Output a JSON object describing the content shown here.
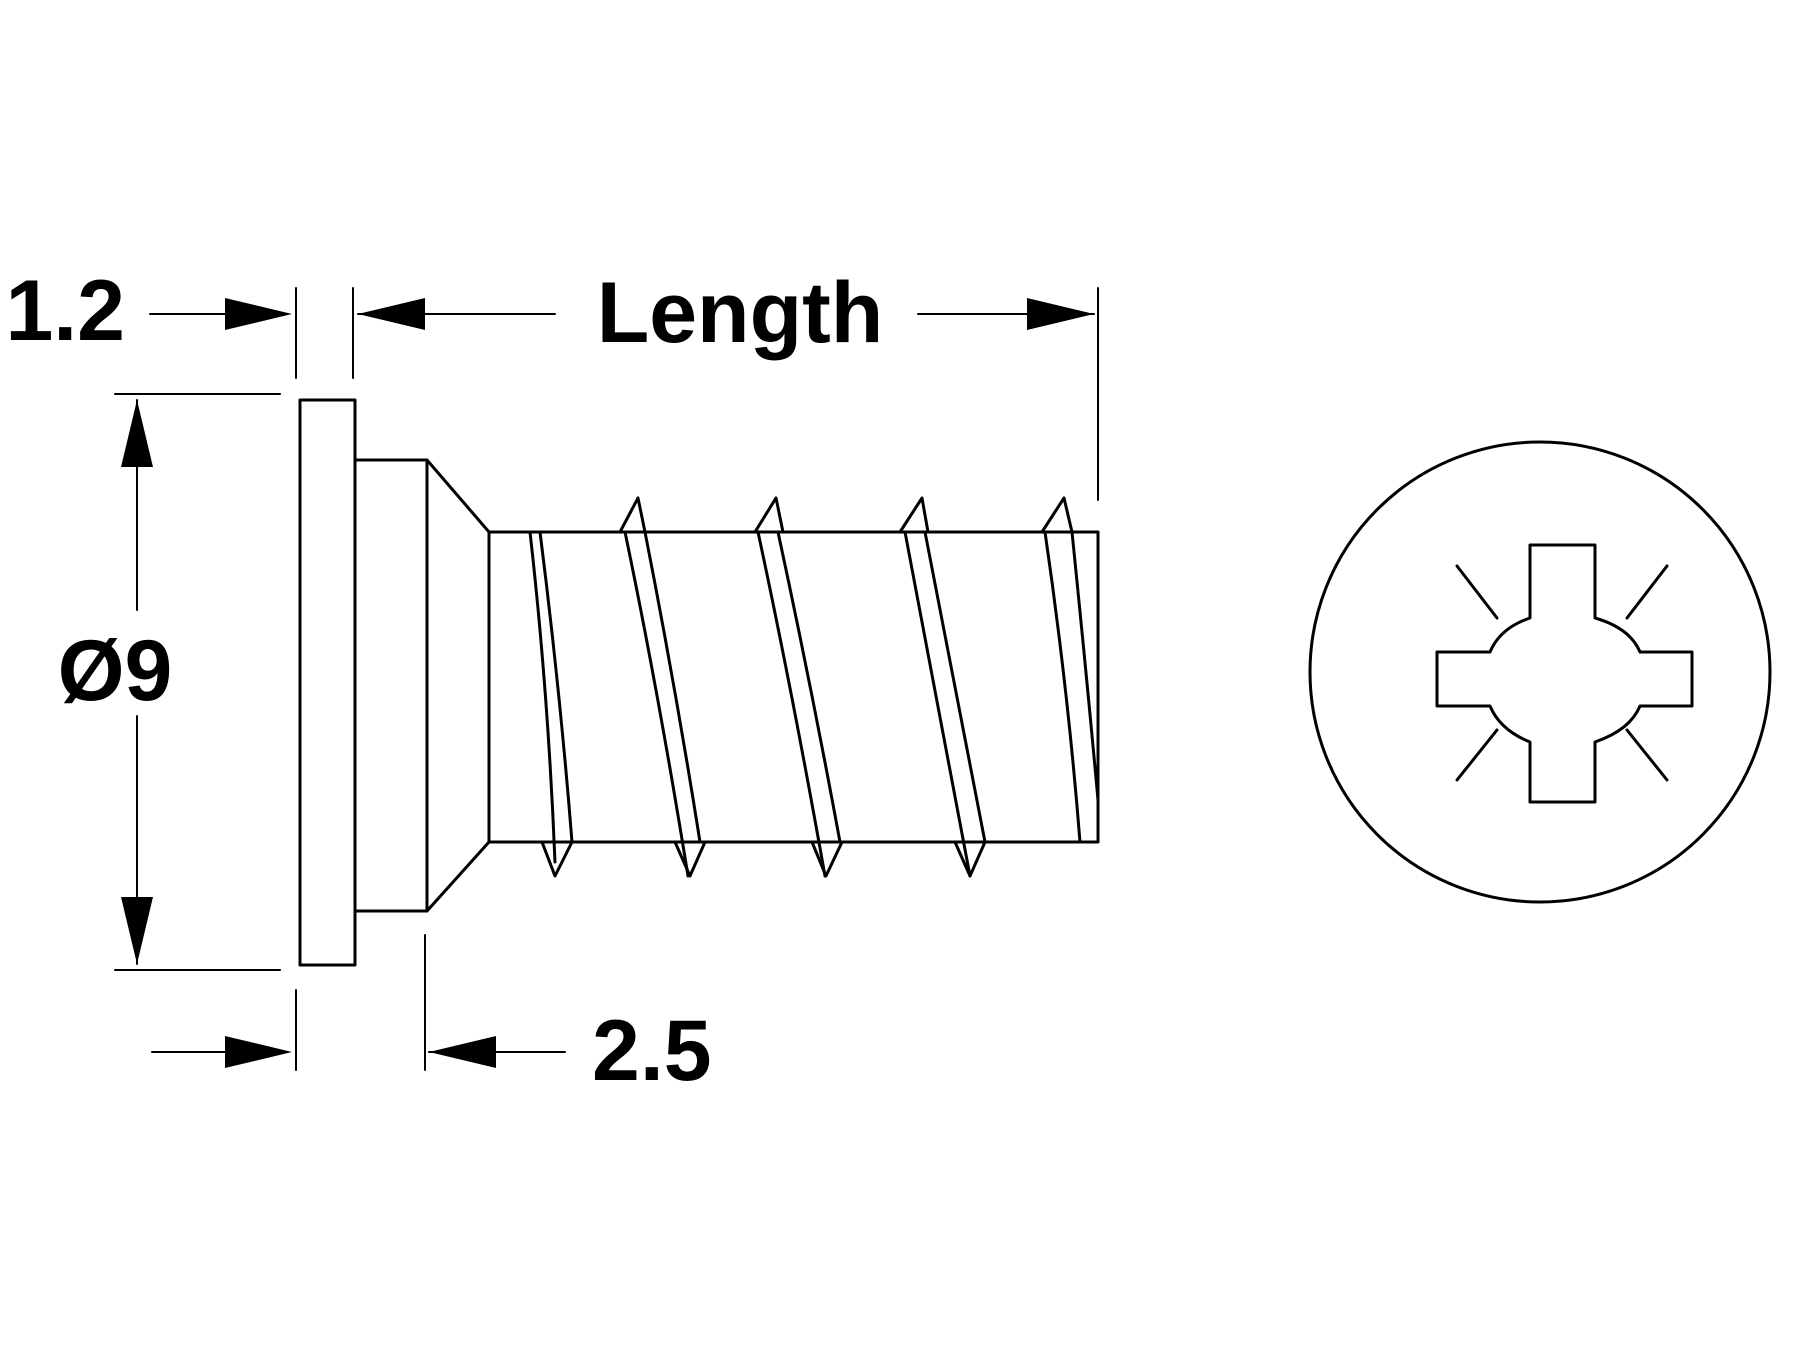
{
  "dimensions": {
    "flange_thickness": "1.2",
    "length": "Length",
    "head_diameter": "Ø9",
    "countersink_depth": "2.5"
  },
  "colors": {
    "line": "#000000",
    "background": "#ffffff"
  },
  "views": {
    "side": "screw-side-view",
    "end": "pozidriv-head-end-view"
  }
}
